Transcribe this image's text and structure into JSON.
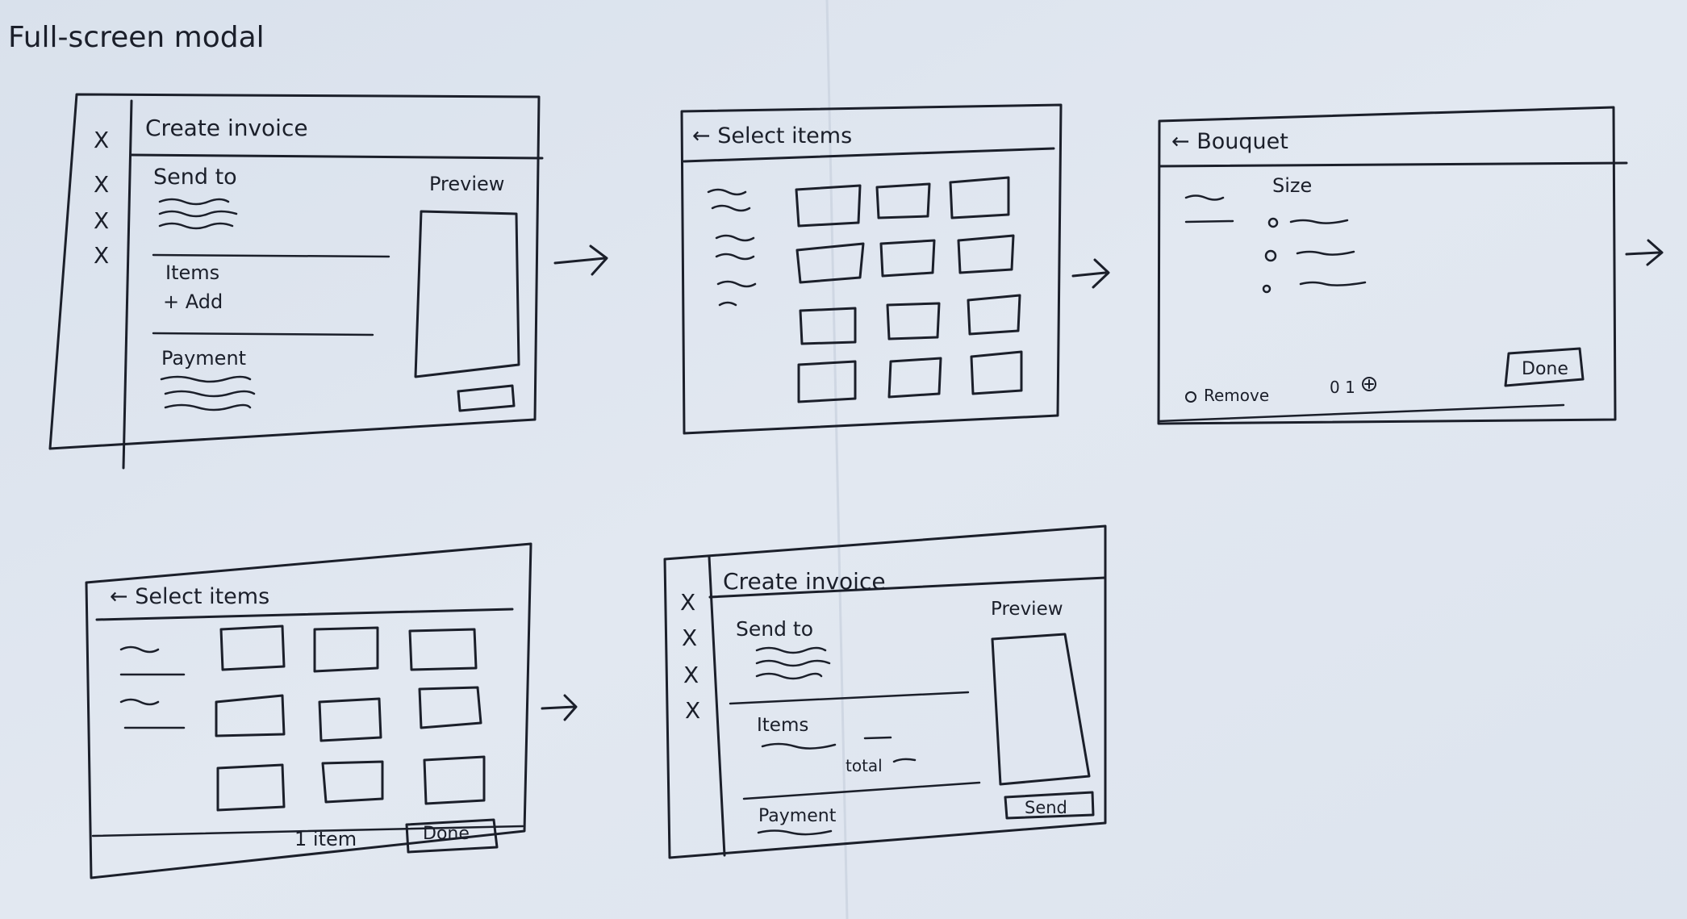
{
  "page_title": "Full-screen modal",
  "colors": {
    "paper": "#dfe6f0",
    "ink": "#1b1f2a"
  },
  "screens": {
    "create_invoice": {
      "title": "Create invoice",
      "close_marks": [
        "X",
        "X",
        "X",
        "X"
      ],
      "send_to": "Send to",
      "preview": "Preview",
      "items": "Items",
      "add": "+ Add",
      "payment": "Payment"
    },
    "select_items": {
      "title": "← Select items"
    },
    "bouquet": {
      "title": "← Bouquet",
      "size": "Size",
      "remove": "Remove",
      "qty": "0 1",
      "done": "Done"
    },
    "select_items_selected": {
      "title": "← Select items",
      "count": "1 item",
      "done": "Done"
    },
    "create_invoice_final": {
      "title": "Create invoice",
      "close_marks": [
        "X",
        "X",
        "X",
        "X"
      ],
      "send_to": "Send to",
      "preview": "Preview",
      "items": "Items",
      "total": "total",
      "payment": "Payment",
      "send": "Send"
    }
  }
}
